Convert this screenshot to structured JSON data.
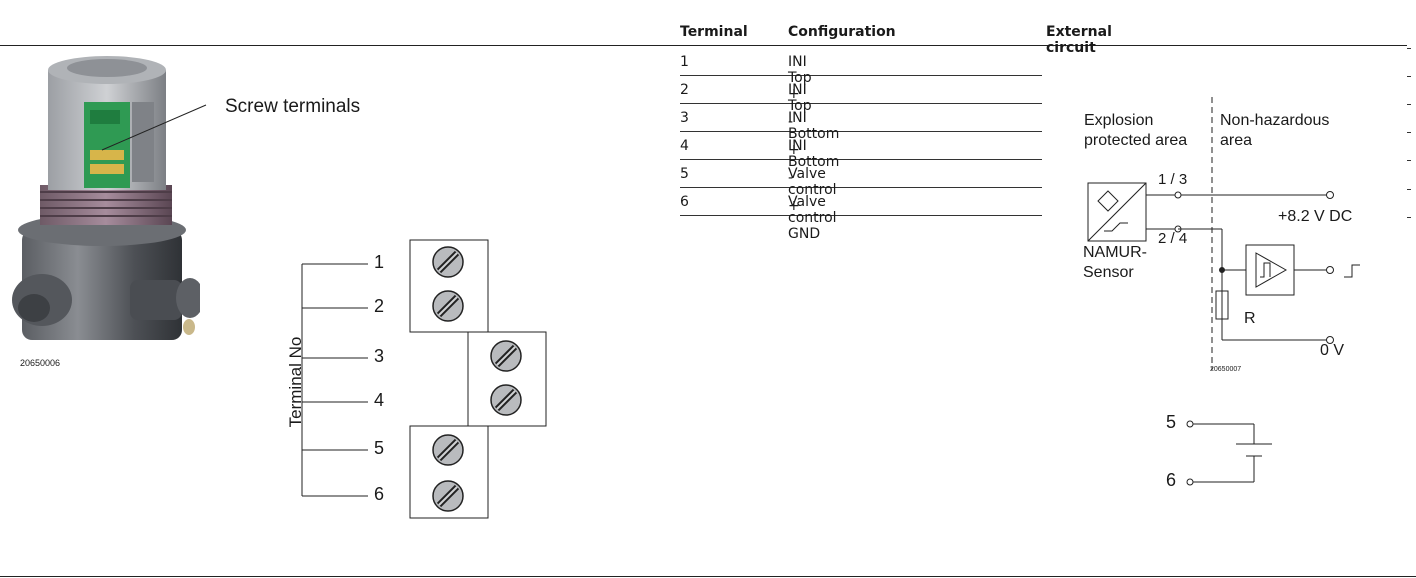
{
  "device_figure": {
    "callout": "Screw terminals",
    "figure_id": "20650006"
  },
  "terminal_diagram": {
    "axis_label": "Terminal No",
    "numbers": [
      "1",
      "2",
      "3",
      "4",
      "5",
      "6"
    ]
  },
  "table": {
    "headers": [
      "Terminal",
      "Configuration",
      "External circuit"
    ],
    "rows": [
      {
        "terminal": "1",
        "configuration": "INI Top +"
      },
      {
        "terminal": "2",
        "configuration": "INI Top -"
      },
      {
        "terminal": "3",
        "configuration": "INI Bottom +"
      },
      {
        "terminal": "4",
        "configuration": "INI Bottom -"
      },
      {
        "terminal": "5",
        "configuration": "Valve control +"
      },
      {
        "terminal": "6",
        "configuration": "Valve control GND"
      }
    ]
  },
  "circuit": {
    "left_zone": [
      "Explosion",
      "protected area"
    ],
    "right_zone": [
      "Non-hazardous",
      "area"
    ],
    "pin_a": "1 / 3",
    "pin_b": "2 / 4",
    "voltage": "+8.2 V DC",
    "sensor": [
      "NAMUR-",
      "Sensor"
    ],
    "resistor": "R",
    "ground": "0 V",
    "figure_id": "20650007"
  },
  "valve_circuit": {
    "terminals": [
      "5",
      "6"
    ]
  }
}
